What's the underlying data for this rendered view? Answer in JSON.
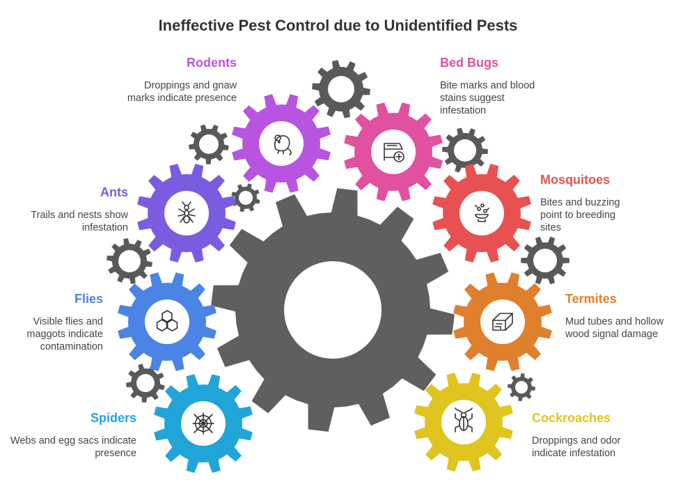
{
  "title": "Ineffective Pest Control due to Unidentified Pests",
  "colors": {
    "central_gear": "#5f5f5f",
    "small_gear": "#595959",
    "icon_stroke": "#333333"
  },
  "pests": [
    {
      "id": "rodents",
      "name": "Rodents",
      "description": "Droppings and gnaw marks indicate presence",
      "color": "#b954e1",
      "icon": "rodent-icon"
    },
    {
      "id": "bed-bugs",
      "name": "Bed Bugs",
      "description": "Bite marks and blood stains suggest infestation",
      "color": "#e0519f",
      "icon": "bed-icon"
    },
    {
      "id": "ants",
      "name": "Ants",
      "description": "Trails and nests show infestation",
      "color": "#7b5bdf",
      "icon": "ant-icon"
    },
    {
      "id": "mosquitoes",
      "name": "Mosquitoes",
      "description": "Bites and buzzing point to breeding sites",
      "color": "#e85151",
      "icon": "mosquito-icon"
    },
    {
      "id": "flies",
      "name": "Flies",
      "description": "Visible flies and maggots indicate contamination",
      "color": "#4a84e4",
      "icon": "honeycomb-icon"
    },
    {
      "id": "termites",
      "name": "Termites",
      "description": "Mud tubes and hollow wood signal damage",
      "color": "#e07f2c",
      "icon": "wood-beam-icon"
    },
    {
      "id": "spiders",
      "name": "Spiders",
      "description": "Webs and egg sacs indicate presence",
      "color": "#21a5d8",
      "icon": "spider-web-icon"
    },
    {
      "id": "cockroaches",
      "name": "Cockroaches",
      "description": "Droppings and odor indicate infestation",
      "color": "#e0c41f",
      "icon": "cockroach-icon"
    }
  ]
}
